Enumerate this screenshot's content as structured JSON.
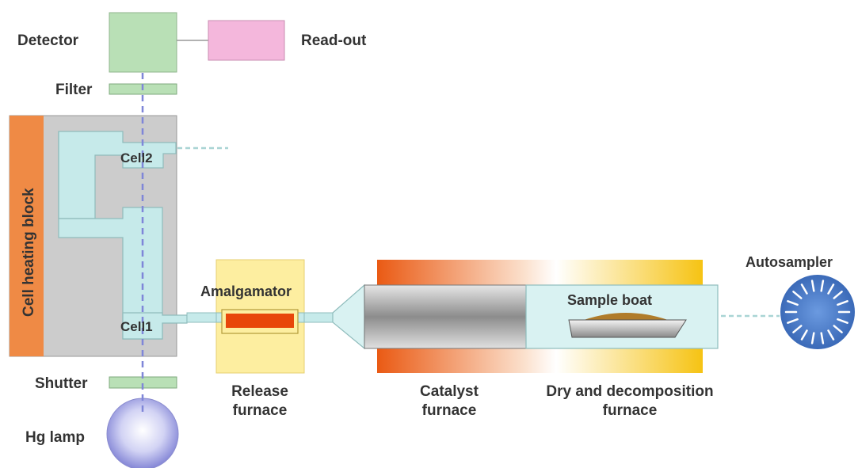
{
  "labels": {
    "detector": "Detector",
    "readout": "Read-out",
    "filter": "Filter",
    "cell_heating_block": "Cell heating block",
    "cell2": "Cell2",
    "cell1": "Cell1",
    "amalgamator": "Amalgamator",
    "sample_boat": "Sample boat",
    "autosampler": "Autosampler",
    "shutter": "Shutter",
    "hg_lamp": "Hg lamp",
    "release_furnace_1": "Release",
    "release_furnace_2": "furnace",
    "catalyst_furnace_1": "Catalyst",
    "catalyst_furnace_2": "furnace",
    "dry_furnace_1": "Dry and decomposition",
    "dry_furnace_2": "furnace"
  },
  "colors": {
    "detector": "#b9e0b6",
    "readout": "#f4b7dc",
    "filter": "#b9e0b6",
    "heating_block": "#cccccc",
    "heating_strip": "#ef8a45",
    "cell": "#c6eaea",
    "beam": "#7f86d8",
    "amalgamator_furnace": "#fdeea0",
    "amalgamator_core": "#e8460a",
    "catalyst_furnace_hot": "#ea5a14",
    "dry_furnace_hot": "#f6c313",
    "autosampler": "#4878c8",
    "sample": "#b07c2a"
  }
}
